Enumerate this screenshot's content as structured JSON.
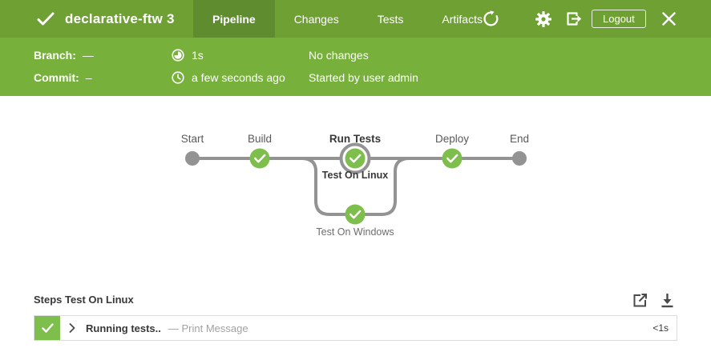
{
  "header": {
    "title": "declarative-ftw 3",
    "status": "success",
    "tabs": [
      {
        "label": "Pipeline",
        "active": true
      },
      {
        "label": "Changes",
        "active": false
      },
      {
        "label": "Tests",
        "active": false
      },
      {
        "label": "Artifacts",
        "active": false
      }
    ],
    "logout_label": "Logout"
  },
  "run_details": {
    "branch_label": "Branch:",
    "branch_value": "—",
    "commit_label": "Commit:",
    "commit_value": "–",
    "duration": "1s",
    "completed_time": "a few seconds ago",
    "changes": "No changes",
    "started_by": "Started by user admin"
  },
  "pipeline": {
    "stages": [
      "Start",
      "Build",
      "Run Tests",
      "Deploy",
      "End"
    ],
    "selected_stage": "Run Tests",
    "branches": [
      "Test On Linux",
      "Test On Windows"
    ],
    "selected_branch": "Test On Linux",
    "node_statuses": {
      "Build": "success",
      "Test On Linux": "success",
      "Test On Windows": "success",
      "Deploy": "success"
    }
  },
  "steps": {
    "heading": "Steps Test On Linux",
    "rows": [
      {
        "status": "success",
        "name": "Running tests..",
        "type": "— Print Message",
        "duration": "<1s"
      }
    ]
  },
  "icons": {
    "header_left": "check-icon",
    "header_right": [
      "replay-icon",
      "gear-icon",
      "exit-icon",
      "close-icon"
    ],
    "duration_icon": "timer-pie-icon",
    "time_icon": "clock-icon",
    "steps_actions": [
      "open-in-new-icon",
      "download-icon"
    ]
  },
  "colors": {
    "header_green": "#6FA033",
    "active_tab_green": "#5F8C2F",
    "subheader_green": "#77B13B",
    "success_green": "#7EBE4C",
    "connector_gray": "#949393"
  }
}
